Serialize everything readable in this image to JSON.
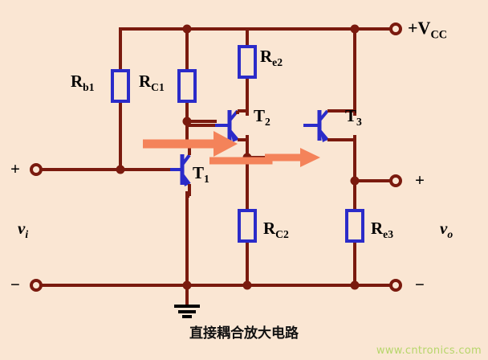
{
  "diagram": {
    "title": "直接耦合放大电路",
    "watermark": "www.cntronics.com",
    "background_color": "#fae6d3",
    "wire_color": "#7a1a0e",
    "resistor_color": "#2b2bc9",
    "transistor_color": "#2b2bc9",
    "arrow_color": "#f4835a",
    "labels": {
      "vcc": "+V",
      "vcc_sub": "CC",
      "rb1": "R",
      "rb1_sub": "b1",
      "rc1": "R",
      "rc1_sub": "C1",
      "re2": "R",
      "re2_sub": "e2",
      "rc2": "R",
      "rc2_sub": "C2",
      "re3": "R",
      "re3_sub": "e3",
      "t1": "T",
      "t1_sub": "1",
      "t2": "T",
      "t2_sub": "2",
      "t3": "T",
      "t3_sub": "3",
      "vi": "v",
      "vi_sub": "i",
      "vo": "v",
      "vo_sub": "o",
      "plus_in": "+",
      "minus_in": "−",
      "plus_out": "+",
      "minus_out": "−"
    }
  }
}
